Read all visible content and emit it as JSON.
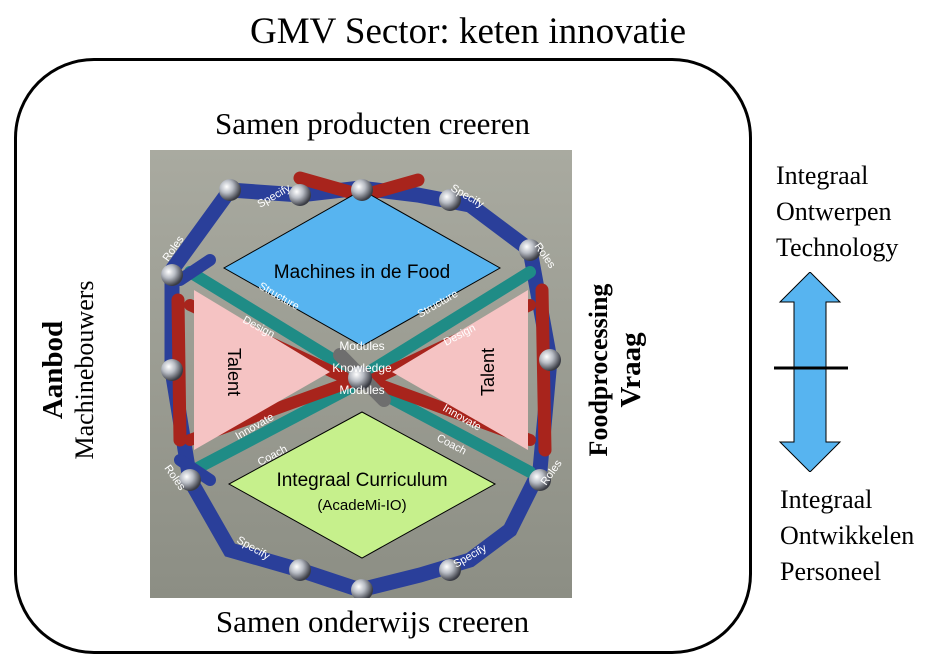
{
  "title": "GMV Sector: keten innovatie",
  "top_label": "Samen producten creeren",
  "bottom_label": "Samen onderwijs creeren",
  "left_label": {
    "line1": "Aanbod",
    "line2": "Machinebouwers"
  },
  "right_label": {
    "line1": "Foodprocessing",
    "line2": "Vraag"
  },
  "side_top": [
    "Integraal",
    "Ontwerpen",
    "Technology"
  ],
  "side_bottom": [
    "Integraal",
    "Ontwikkelen",
    "Personeel"
  ],
  "diagram": {
    "top_diamond": "Machines in de Food",
    "bottom_diamond_line1": "Integraal Curriculum",
    "bottom_diamond_line2": "(AcadeMi-IO)",
    "left_triangle": "Talent",
    "right_triangle": "Talent",
    "center": [
      "Modules",
      "Knowledge",
      "Modules"
    ],
    "rod_labels": {
      "specify": "Specify",
      "roles": "Roles",
      "structure": "Structure",
      "design": "Design",
      "innovate": "Innovate",
      "coach": "Coach"
    }
  },
  "colors": {
    "top_diamond": "#57b4f0",
    "bottom_diamond": "#c6f08c",
    "triangles": "#f5c3c3",
    "arrow": "#57b4f0",
    "rod_blue": "#2a3f9a",
    "rod_red": "#a8241c",
    "rod_teal": "#1f8c86"
  }
}
